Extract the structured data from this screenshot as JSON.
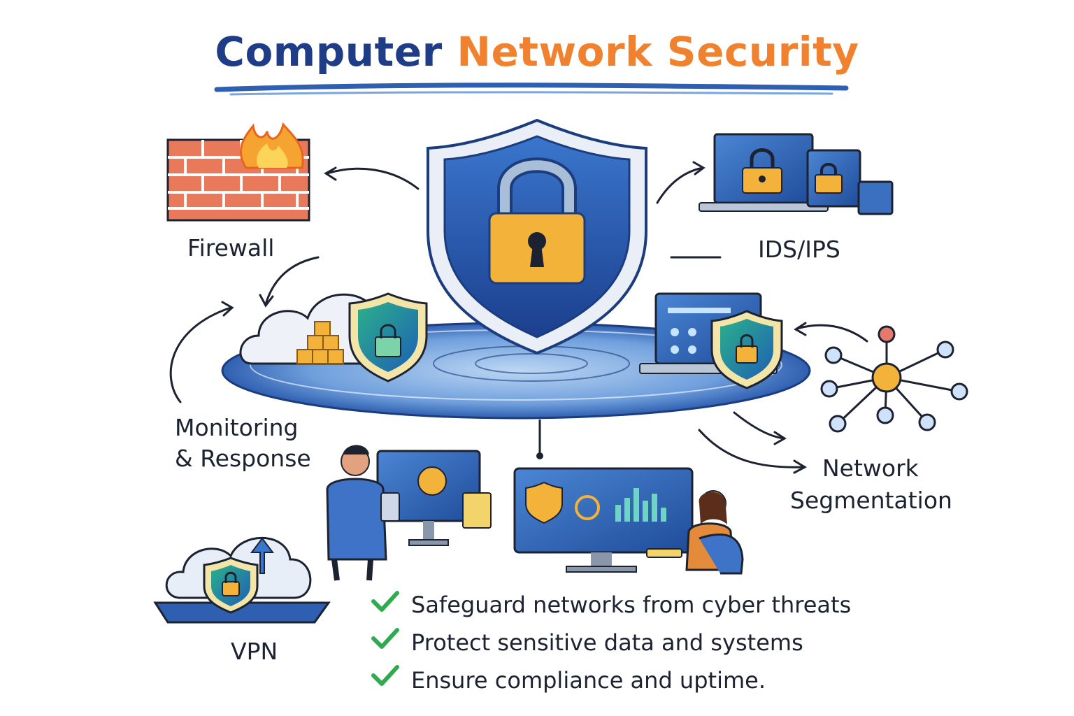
{
  "title": {
    "part1": "Computer",
    "part2": "Network Security"
  },
  "labels": {
    "firewall": "Firewall",
    "ids_ips": "IDS/IPS",
    "monitoring_line1": "Monitoring",
    "monitoring_line2": "& Response",
    "segmentation_line1": "Network",
    "segmentation_line2": "Segmentation",
    "vpn": "VPN"
  },
  "bullets": [
    "Safeguard networks from cyber threats",
    "Protect sensitive data and systems",
    "Ensure compliance and uptime."
  ],
  "icons": {
    "central": "shield-lock-icon",
    "firewall": "brick-wall-fire-icon",
    "ids": "laptop-lock-icon",
    "cloud": "cloud-shield-icon",
    "monitor": "laptop-shield-icon",
    "network": "network-nodes-icon",
    "vpn": "cloud-lock-icon",
    "check": "checkmark-icon"
  },
  "colors": {
    "title_dark": "#1f3d87",
    "title_orange": "#f0822f",
    "shield_blue": "#2f64b8",
    "lock_gold": "#f3b23a",
    "check_green": "#2faa4e",
    "text": "#1c2230"
  }
}
